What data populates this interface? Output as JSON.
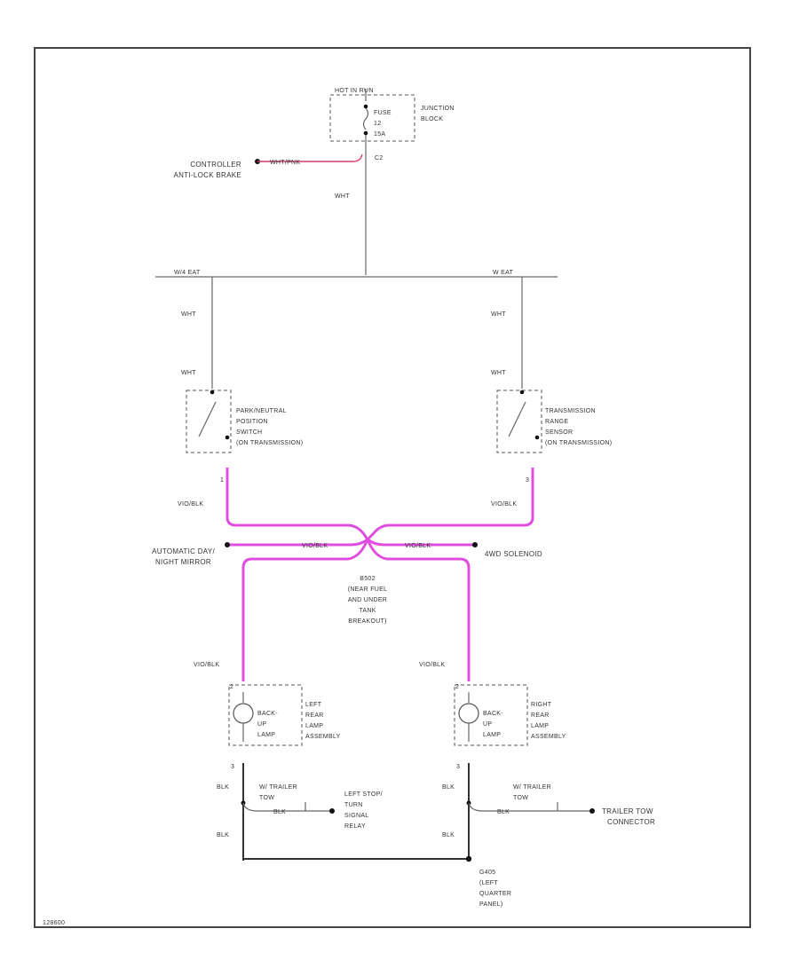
{
  "colors": {
    "pink_wire": "#e04ee0",
    "red_wire": "#d23c6e",
    "frame": "#444444"
  },
  "fuse_block": {
    "header": "HOT IN RUN",
    "fuse_lines": [
      "FUSE",
      "12",
      "15A"
    ],
    "junction_lines": [
      "JUNCTION",
      "BLOCK"
    ],
    "connector": "C2"
  },
  "controller": {
    "lines": [
      "CONTROLLER",
      "ANTI-LOCK BRAKE"
    ],
    "wire": "WHT/PNK"
  },
  "main_wire": "WHT",
  "bus": {
    "left_label": "W/4 EAT",
    "right_label": "W EAT"
  },
  "left_switch": {
    "wire_upper": "WHT",
    "wire_lower": "WHT",
    "lines": [
      "PARK/NEUTRAL",
      "POSITION",
      "SWITCH",
      "(ON TRANSMISSION)"
    ],
    "pin": "1",
    "out_wire": "VIO/BLK"
  },
  "right_switch": {
    "wire_upper": "WHT",
    "wire_lower": "WHT",
    "lines": [
      "TRANSMISSION",
      "RANGE",
      "SENSOR",
      "(ON TRANSMISSION)"
    ],
    "pin": "3",
    "out_wire": "VIO/BLK"
  },
  "splice": {
    "left_dest": [
      "AUTOMATIC DAY/",
      "NIGHT MIRROR"
    ],
    "right_dest": "4WD SOLENOID",
    "left_wire": "VIO/BLK",
    "right_wire": "VIO/BLK",
    "lines": [
      "B502",
      "(NEAR FUEL",
      "AND UNDER",
      "TANK",
      "BREAKOUT)"
    ]
  },
  "left_lamp": {
    "wire": "VIO/BLK",
    "pin_top": "2",
    "lamp_lines": [
      "BACK-",
      "UP",
      "LAMP"
    ],
    "assy_lines": [
      "LEFT",
      "REAR",
      "LAMP",
      "ASSEMBLY"
    ],
    "pin_bottom": "3",
    "wire_out": "BLK",
    "tow_lines": [
      "W/ TRAILER",
      "TOW"
    ],
    "tow_wire": "BLK",
    "relay_lines": [
      "LEFT STOP/",
      "TURN",
      "SIGNAL",
      "RELAY"
    ],
    "ground_wire": "BLK"
  },
  "right_lamp": {
    "wire": "VIO/BLK",
    "pin_top": "2",
    "lamp_lines": [
      "BACK-",
      "UP",
      "LAMP"
    ],
    "assy_lines": [
      "RIGHT",
      "REAR",
      "LAMP",
      "ASSEMBLY"
    ],
    "pin_bottom": "3",
    "wire_out": "BLK",
    "tow_lines": [
      "W/ TRAILER",
      "TOW"
    ],
    "tow_wire": "BLK",
    "connector_lines": [
      "TRAILER TOW",
      "CONNECTOR"
    ],
    "ground_wire": "BLK"
  },
  "ground": {
    "lines": [
      "G405",
      "(LEFT",
      "QUARTER",
      "PANEL)"
    ]
  },
  "figure_id": "128600"
}
